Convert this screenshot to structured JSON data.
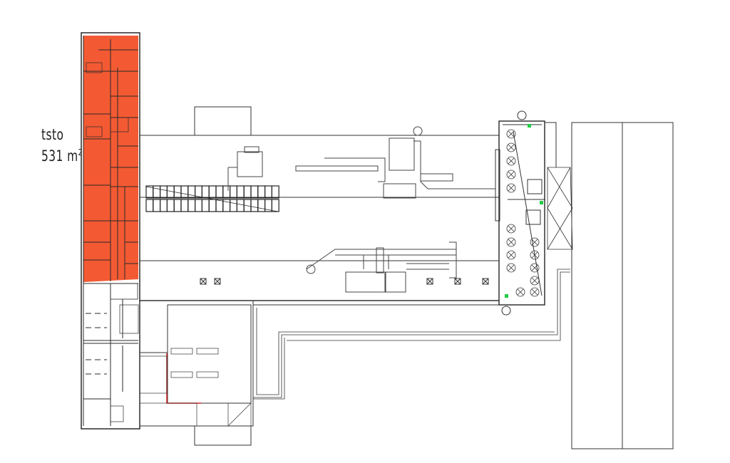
{
  "area_label": {
    "name": "tsto",
    "area_value": "531 m",
    "area_unit_exponent": "2"
  },
  "colors": {
    "highlight": "#f35a33",
    "lines": "#333333",
    "accent_red": "#d32020",
    "accent_green": "#22cc44"
  }
}
